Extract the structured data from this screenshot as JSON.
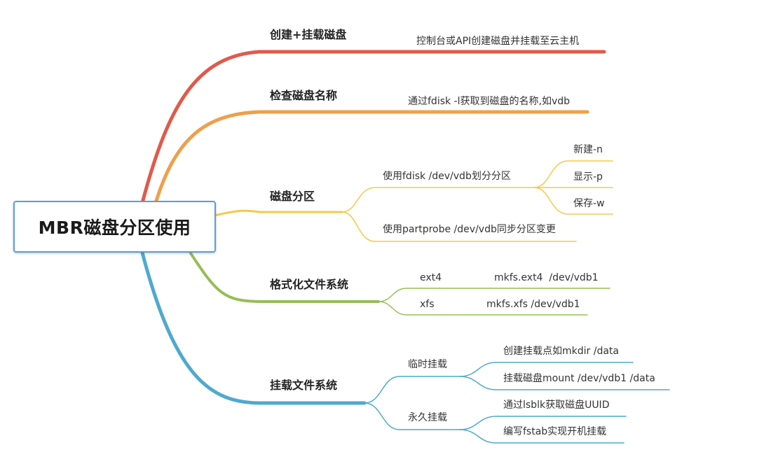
{
  "root": {
    "label": "MBR磁盘分区使用"
  },
  "colors": {
    "red": "#e05a4b",
    "orange": "#eea04c",
    "yellow": "#f5c948",
    "green": "#97bd55",
    "blue": "#4fa9cf"
  },
  "branches": [
    {
      "label": "创建+挂载磁盘",
      "color": "red",
      "children": [
        {
          "label": "控制台或API创建磁盘并挂载至云主机"
        }
      ]
    },
    {
      "label": "检查磁盘名称",
      "color": "orange",
      "children": [
        {
          "label": "通过fdisk -l获取到磁盘的名称,如vdb"
        }
      ]
    },
    {
      "label": "磁盘分区",
      "color": "yellow",
      "children": [
        {
          "label": "使用fdisk /dev/vdb划分分区",
          "children": [
            {
              "label": "新建-n"
            },
            {
              "label": "显示-p"
            },
            {
              "label": "保存-w"
            }
          ]
        },
        {
          "label": "使用partprobe /dev/vdb同步分区变更"
        }
      ]
    },
    {
      "label": "格式化文件系统",
      "color": "green",
      "children": [
        {
          "label": "ext4",
          "children": [
            {
              "label": "mkfs.ext4  /dev/vdb1"
            }
          ]
        },
        {
          "label": "xfs",
          "children": [
            {
              "label": "mkfs.xfs /dev/vdb1"
            }
          ]
        }
      ]
    },
    {
      "label": "挂载文件系统",
      "color": "blue",
      "children": [
        {
          "label": "临时挂载",
          "children": [
            {
              "label": "创建挂载点如mkdir /data"
            },
            {
              "label": "挂载磁盘mount /dev/vdb1 /data"
            }
          ]
        },
        {
          "label": "永久挂载",
          "children": [
            {
              "label": "通过lsblk获取磁盘UUID"
            },
            {
              "label": "编写fstab实现开机挂载"
            }
          ]
        }
      ]
    }
  ]
}
